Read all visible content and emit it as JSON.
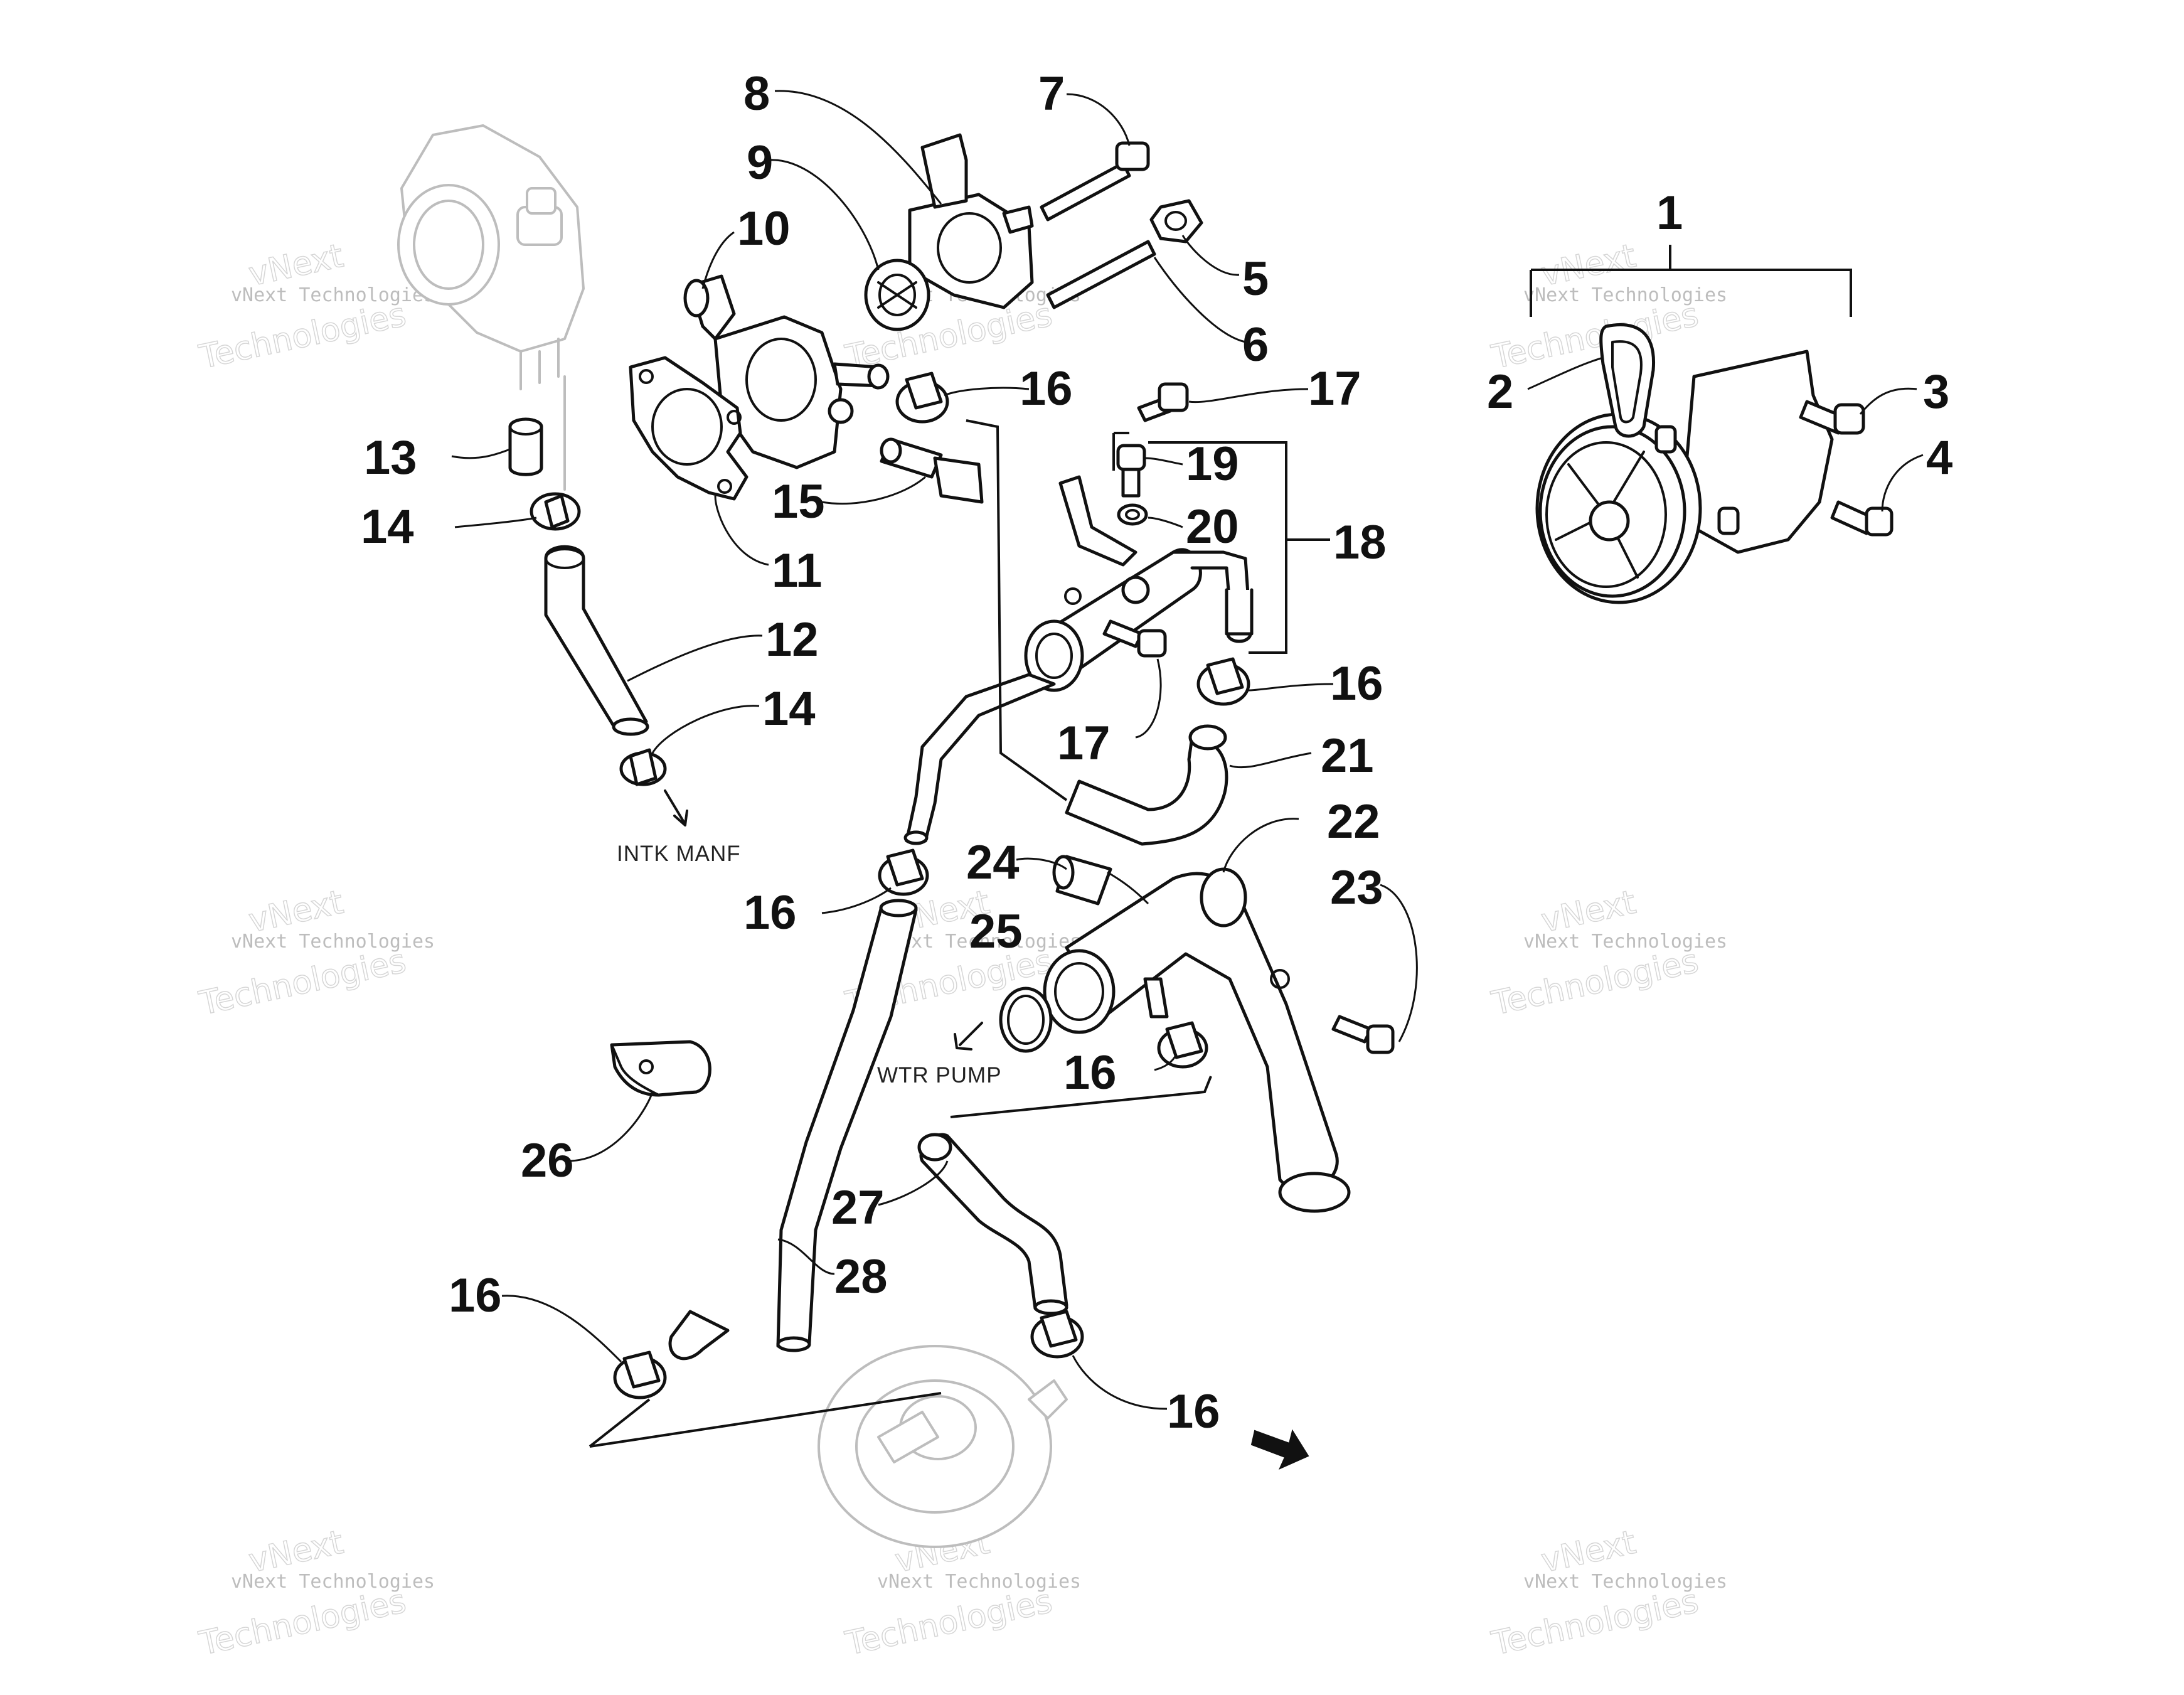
{
  "diagram": {
    "callouts": {
      "c1": "1",
      "c2": "2",
      "c3": "3",
      "c4": "4",
      "c5": "5",
      "c6": "6",
      "c7": "7",
      "c8": "8",
      "c9": "9",
      "c10": "10",
      "c11": "11",
      "c12": "12",
      "c13": "13",
      "c14a": "14",
      "c14b": "14",
      "c15": "15",
      "c16a": "16",
      "c16b": "16",
      "c16c": "16",
      "c16d": "16",
      "c16e": "16",
      "c16f": "16",
      "c17a": "17",
      "c17b": "17",
      "c18": "18",
      "c19": "19",
      "c20": "20",
      "c21": "21",
      "c22": "22",
      "c23": "23",
      "c24": "24",
      "c25": "25",
      "c26": "26",
      "c27": "27",
      "c28": "28"
    },
    "notes": {
      "intake": "INTK MANF",
      "pump": "WTR PUMP"
    }
  },
  "watermark": {
    "line1": "vNext",
    "line2": "vNext Technologies",
    "line3": "Technologies"
  }
}
